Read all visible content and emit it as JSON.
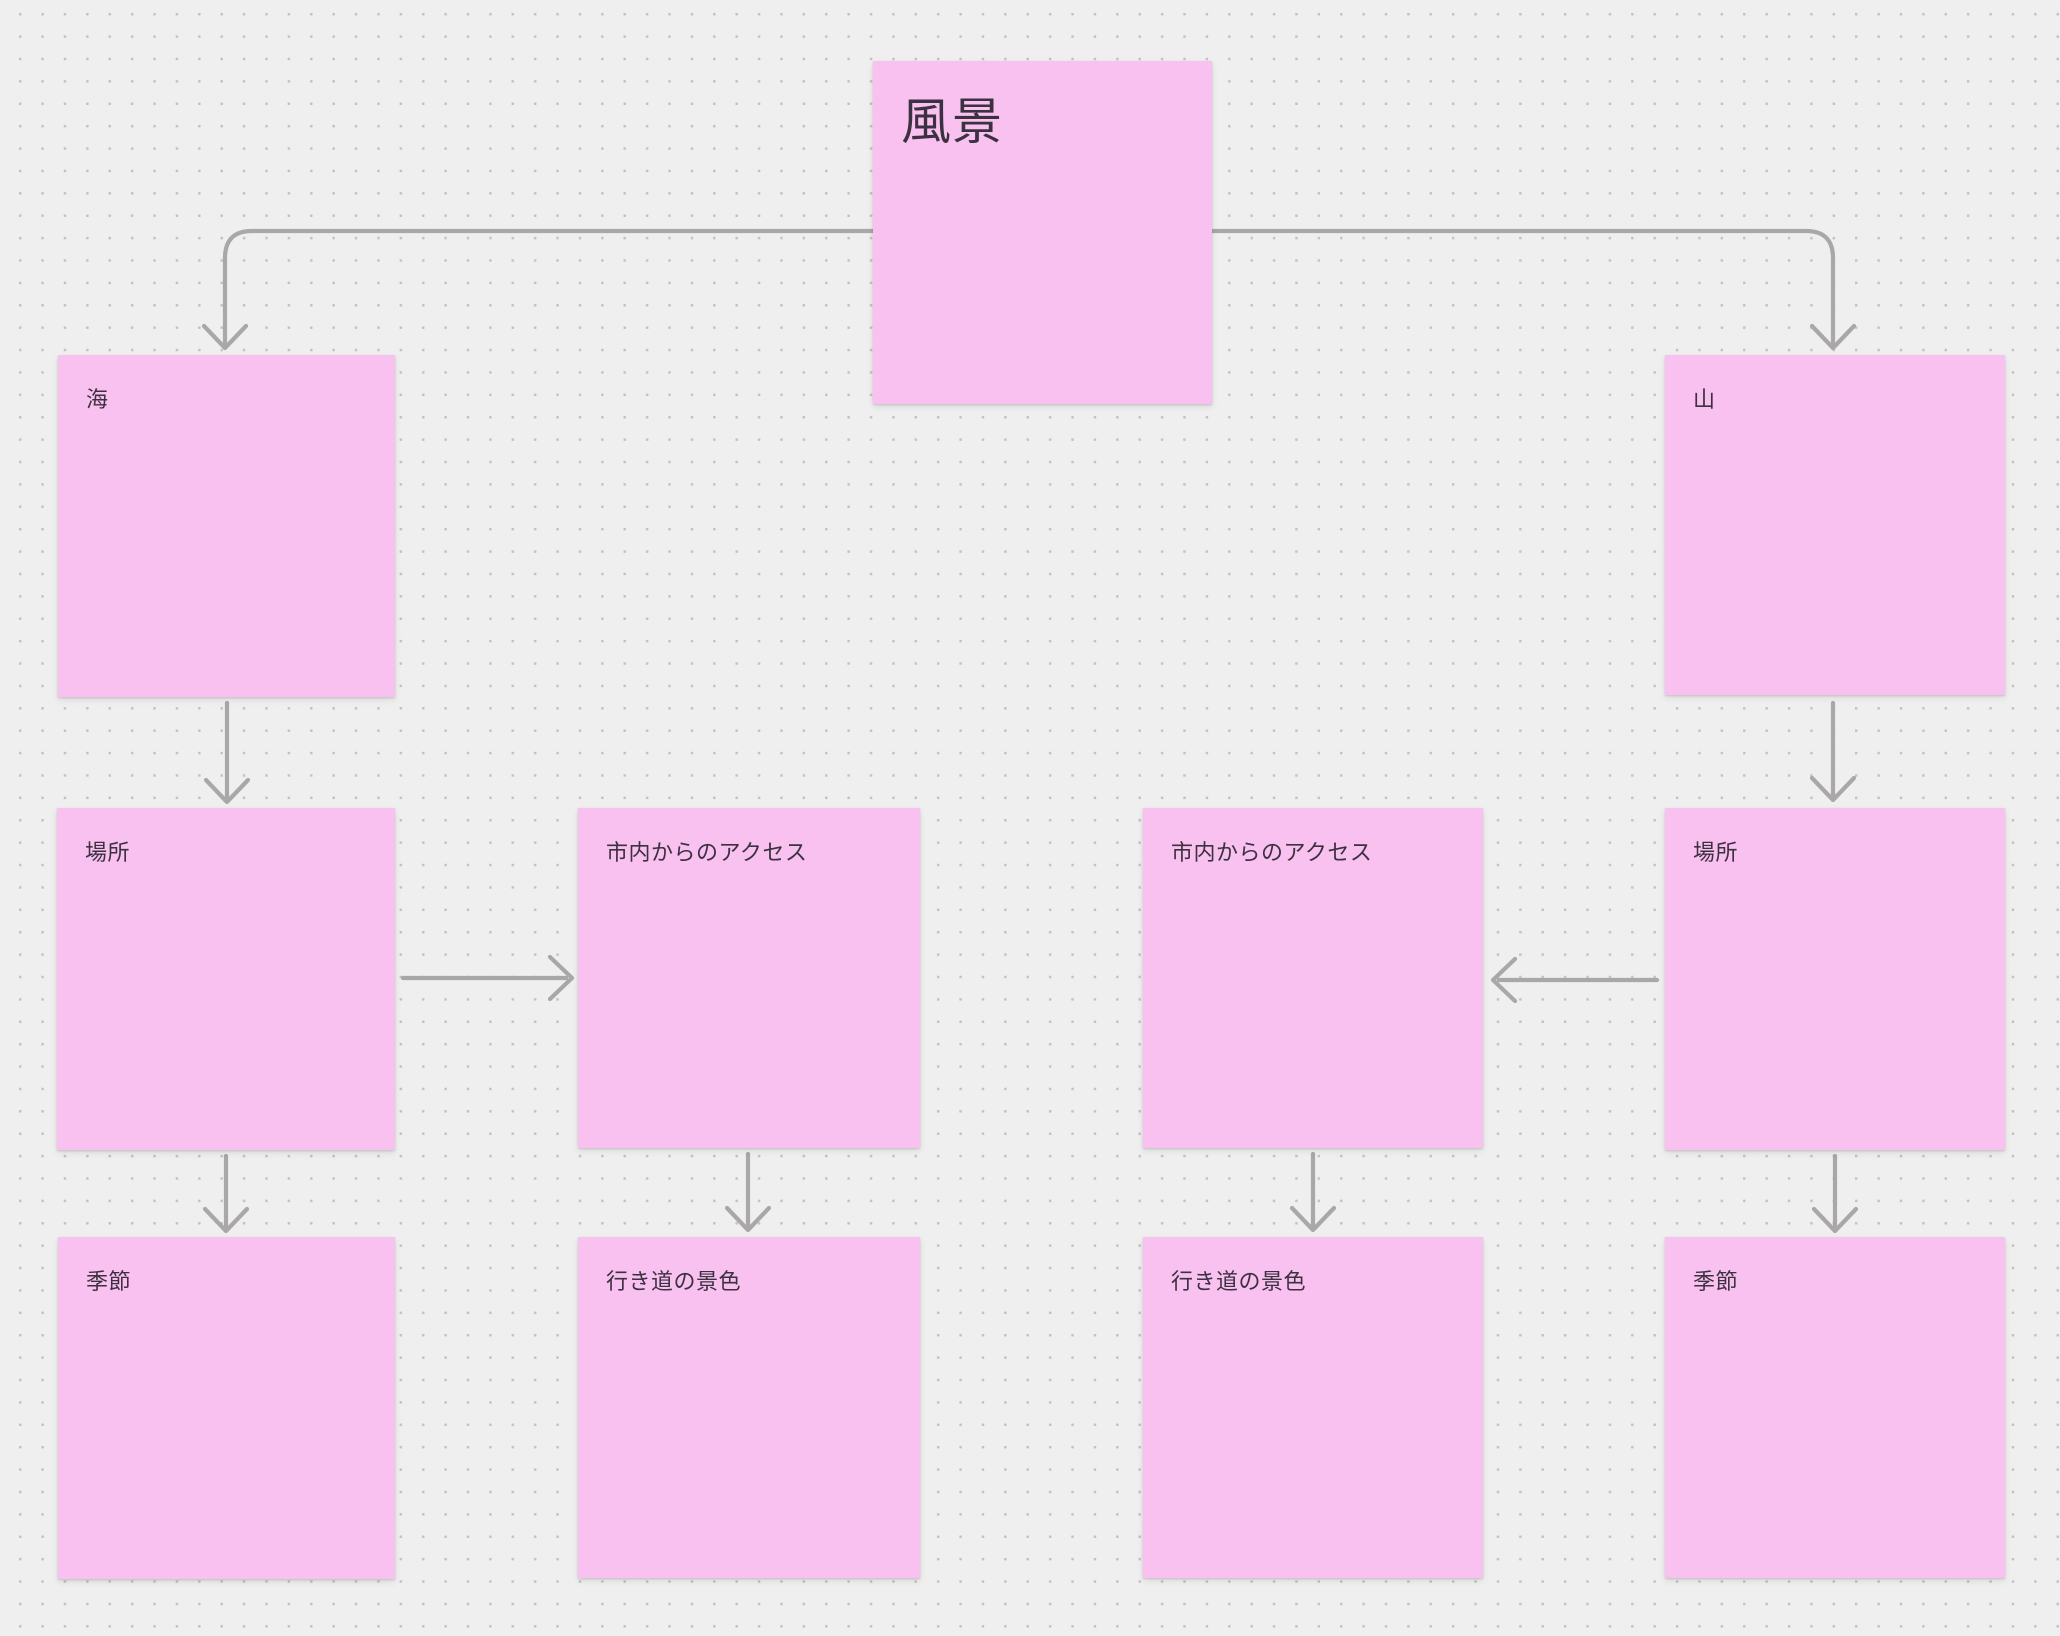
{
  "app": {
    "type": "whiteboard-canvas",
    "board_style": "dot-grid"
  },
  "palette": {
    "canvas_background": "#f0efef",
    "dot_grid": "#c5c2c2",
    "sticky_note_fill": "#f9c1f0",
    "note_text": "#3c3140",
    "connector": "#a9a7a7"
  },
  "notes": {
    "root": {
      "label": "風景"
    },
    "sea": {
      "label": "海"
    },
    "sea_place": {
      "label": "場所"
    },
    "sea_access": {
      "label": "市内からのアクセス"
    },
    "sea_season": {
      "label": "季節"
    },
    "sea_route_view": {
      "label": "行き道の景色"
    },
    "mountain": {
      "label": "山"
    },
    "mountain_place": {
      "label": "場所"
    },
    "mountain_access": {
      "label": "市内からのアクセス"
    },
    "mountain_season": {
      "label": "季節"
    },
    "mountain_route_view": {
      "label": "行き道の景色"
    }
  },
  "edges": [
    {
      "from": "root",
      "to": "sea"
    },
    {
      "from": "root",
      "to": "mountain"
    },
    {
      "from": "sea",
      "to": "sea_place"
    },
    {
      "from": "sea_place",
      "to": "sea_access"
    },
    {
      "from": "sea_place",
      "to": "sea_season"
    },
    {
      "from": "sea_access",
      "to": "sea_route_view"
    },
    {
      "from": "mountain",
      "to": "mountain_place"
    },
    {
      "from": "mountain_place",
      "to": "mountain_access"
    },
    {
      "from": "mountain_place",
      "to": "mountain_season"
    },
    {
      "from": "mountain_access",
      "to": "mountain_route_view"
    }
  ]
}
